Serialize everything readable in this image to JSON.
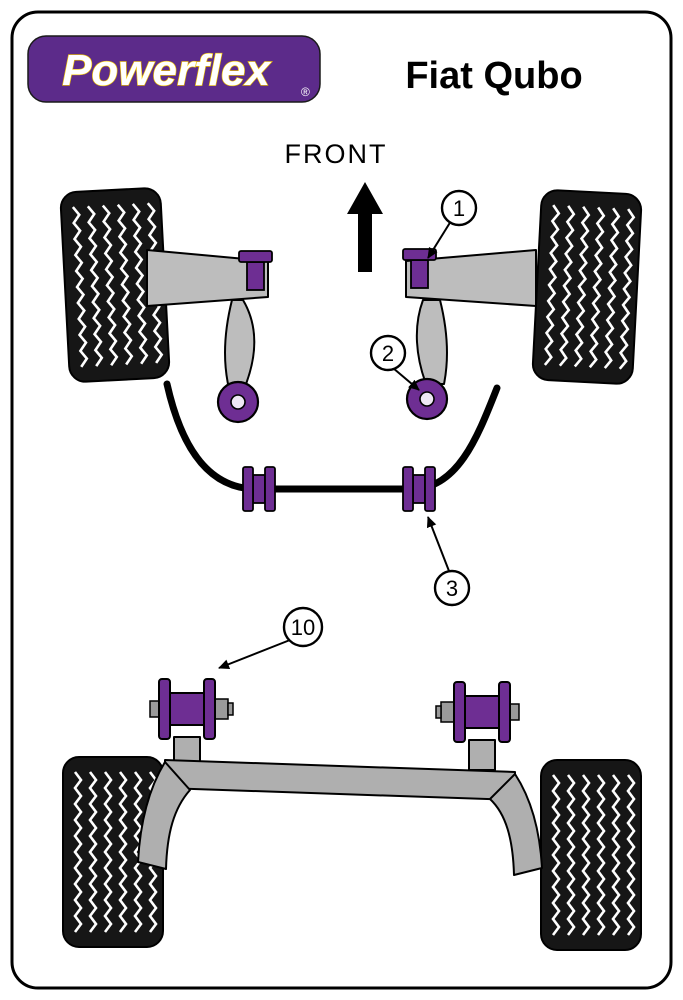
{
  "header": {
    "brand": "Powerflex",
    "registered": "®",
    "title": "Fiat Qubo"
  },
  "diagram": {
    "front_label": "FRONT",
    "callouts": [
      {
        "number": "1"
      },
      {
        "number": "2"
      },
      {
        "number": "3"
      },
      {
        "number": "10"
      }
    ]
  },
  "colors": {
    "brand_purple": "#5C2B8A",
    "bushing_purple": "#6E2E93",
    "arm_gray": "#BDBDBD",
    "axle_gray": "#AFAFAF",
    "hardware_gray": "#9A9A9A",
    "tire_black": "#161616",
    "outline_black": "#000000"
  }
}
